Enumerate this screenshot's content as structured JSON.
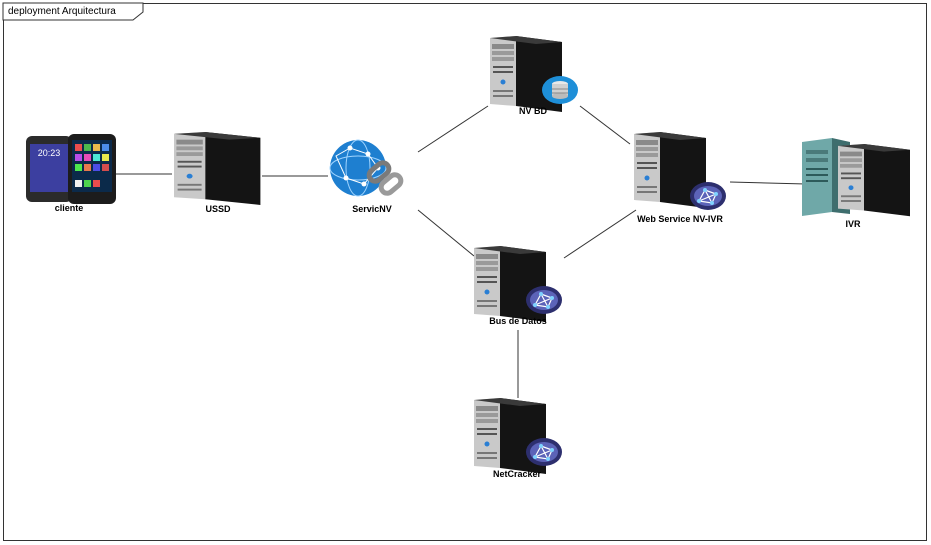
{
  "diagram": {
    "frame_title": "deployment Arquitectura"
  },
  "nodes": {
    "cliente": {
      "label": "cliente",
      "icon": "smartphones-icon"
    },
    "ussd": {
      "label": "USSD",
      "icon": "server-tower-icon"
    },
    "servicenv": {
      "label": "ServicNV",
      "icon": "web-service-globe-icon"
    },
    "nvbd": {
      "label": "NV BD",
      "icon": "database-server-icon"
    },
    "webservice": {
      "label": "Web Service NV-IVR",
      "icon": "server-network-icon"
    },
    "ivr": {
      "label": "IVR",
      "icon": "server-pair-icon"
    },
    "busdatos": {
      "label": "Bus de Datos",
      "icon": "server-network-icon"
    },
    "netcracker": {
      "label": "NetCracker",
      "icon": "server-network-icon"
    }
  },
  "colors": {
    "server_body": "#1a1a1a",
    "server_front": "#cfcfcf",
    "globe": "#1e7fd0",
    "badge": "#3b3f7a",
    "teal_server": "#5f9c9c",
    "connector": "#333333"
  }
}
